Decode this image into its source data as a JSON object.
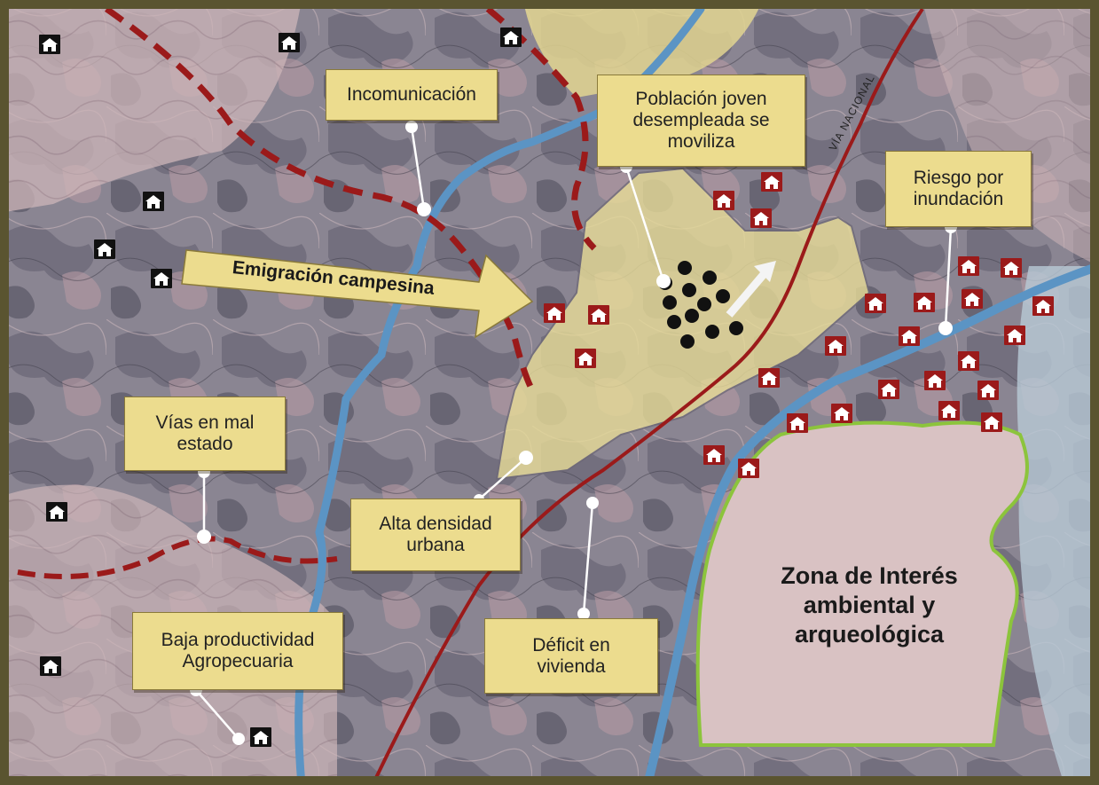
{
  "labels": {
    "incomunicacion": "Incomunicación",
    "poblacion": "Población joven\ndesempleada se\nmoviliza",
    "riesgo": "Riesgo por\ninundación",
    "vias": "Vías en mal\nestado",
    "alta_densidad": "Alta densidad\nurbana",
    "baja_productividad": "Baja productividad\nAgropecuaria",
    "deficit": "Déficit en\nvivienda"
  },
  "zone_label": "Zona de Interés\nambiental y\narqueológica",
  "arrow_label": "Emigración campesina",
  "road_label": "VÍA NACIONAL",
  "colors": {
    "label_fill": "#ecdc8e",
    "river": "#5b94c4",
    "road": "#9b1a1a",
    "dashed_road": "#9b1a1a",
    "zone_outline": "#8cc43c",
    "urban_area": "#e8dc98",
    "house_red": "#9b1a1a",
    "house_black": "#111111",
    "frame": "#5a5430"
  },
  "icons": {
    "rural_house": "house-black-icon",
    "urban_house": "house-red-icon",
    "population": "black-dots-icon",
    "movement": "arrow-icon"
  }
}
